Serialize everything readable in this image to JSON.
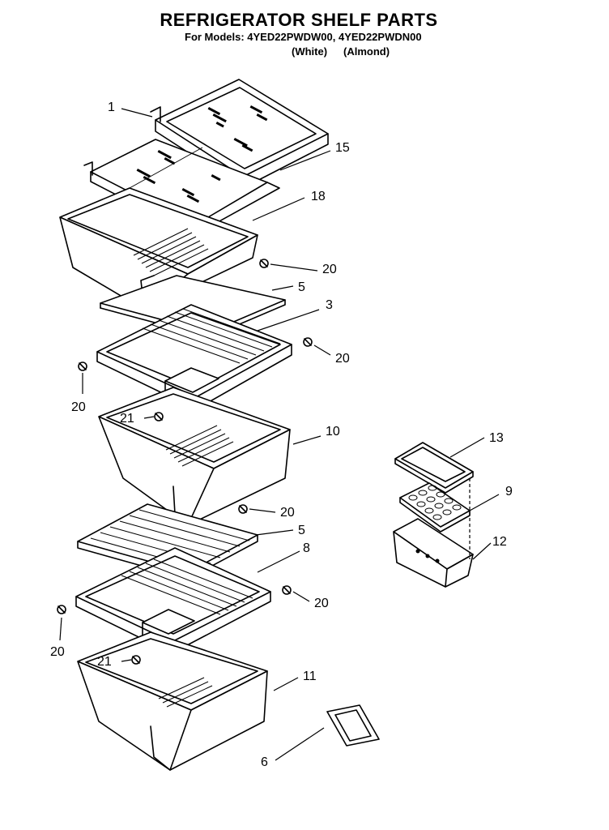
{
  "header": {
    "title": "REFRIGERATOR SHELF PARTS",
    "models_line": "For Models: 4YED22PWDW00, 4YED22PWDN00",
    "color_white": "(White)",
    "color_almond": "(Almond)"
  },
  "callouts": {
    "c1": "1",
    "c15": "15",
    "c18": "18",
    "c20a": "20",
    "c5a": "5",
    "c3": "3",
    "c20b": "20",
    "c20c": "20",
    "c21a": "21",
    "c10": "10",
    "c13": "13",
    "c9": "9",
    "c12": "12",
    "c20d": "20",
    "c5b": "5",
    "c8": "8",
    "c20e": "20",
    "c20f": "20",
    "c21b": "21",
    "c11": "11",
    "c6": "6"
  }
}
